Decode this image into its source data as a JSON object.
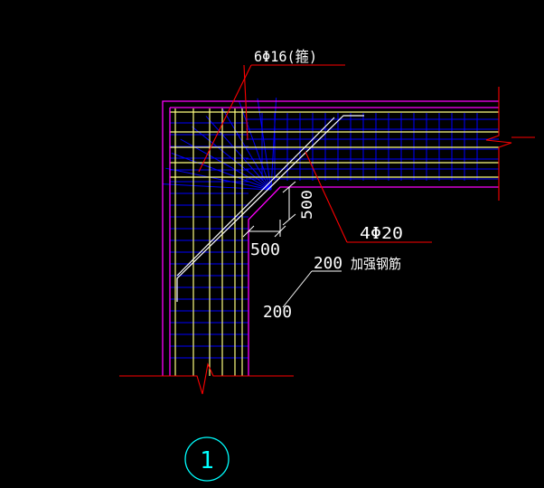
{
  "labels": {
    "stirrup_callout": "6Φ16(箍)",
    "bar_callout": "4Φ20",
    "dim_vertical": "500",
    "dim_horizontal": "500",
    "spacing_top": "200",
    "reinforce_note": "加强钢筋",
    "spacing_bottom": "200",
    "detail_number": "1"
  },
  "colors": {
    "background": "#000000",
    "outline": "#ff00ff",
    "main_bar": "#ffff80",
    "stirrup": "#0000ff",
    "leader": "#ff0000",
    "text": "#ffffff",
    "detail_circle": "#00ffff"
  }
}
